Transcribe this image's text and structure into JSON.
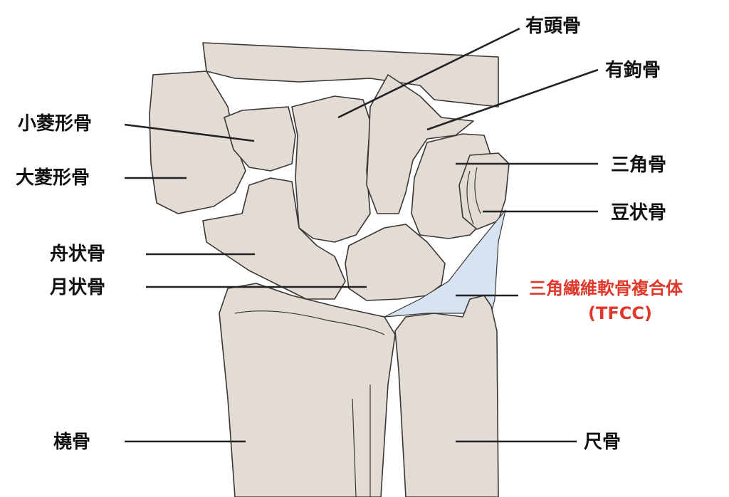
{
  "colors": {
    "bone": "#e2dcd5",
    "outline": "#3a3636",
    "tfcc": "#d6e3f0",
    "accent": "#e0382b"
  },
  "labels": {
    "capitate": "有頭骨",
    "hamate": "有鉤骨",
    "trapezoid": "小菱形骨",
    "trapezium": "大菱形骨",
    "triquetrum": "三角骨",
    "pisiform": "豆状骨",
    "scaphoid": "舟状骨",
    "lunate": "月状骨",
    "tfcc_name": "三角繊維軟骨複合体",
    "tfcc_abbr": "(TFCC)",
    "radius": "橈骨",
    "ulna": "尺骨"
  }
}
